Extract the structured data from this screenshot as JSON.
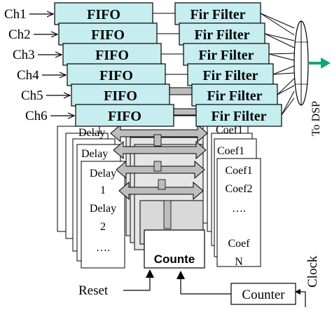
{
  "channels": [
    "Ch1",
    "Ch2",
    "Ch3",
    "Ch4",
    "Ch5",
    "Ch6"
  ],
  "fifo_label": "FIFO",
  "fir_label": "Fir Filter",
  "delay_column": {
    "back_labels": [
      "Delay",
      "Delay"
    ],
    "front_lines": [
      "Delay",
      "1",
      "Delay",
      "2",
      "…."
    ]
  },
  "coef_column": {
    "back_labels": [
      "Coef1",
      "Coef1"
    ],
    "front_lines": [
      "Coef1",
      "Coef2",
      "….",
      "Coef",
      "N"
    ]
  },
  "center_counter_label": "Counte",
  "reset_label": "Reset",
  "clock_label": "Clock",
  "counter_label": "Counter",
  "to_dsp_label": "To DSP",
  "colors": {
    "block_fill": "#c6eef0",
    "block_stroke": "#000000",
    "arrow_fill": "#bdbdbd",
    "output_arrow": "#1aa37a",
    "mux_fill": "#d9d9d9"
  }
}
